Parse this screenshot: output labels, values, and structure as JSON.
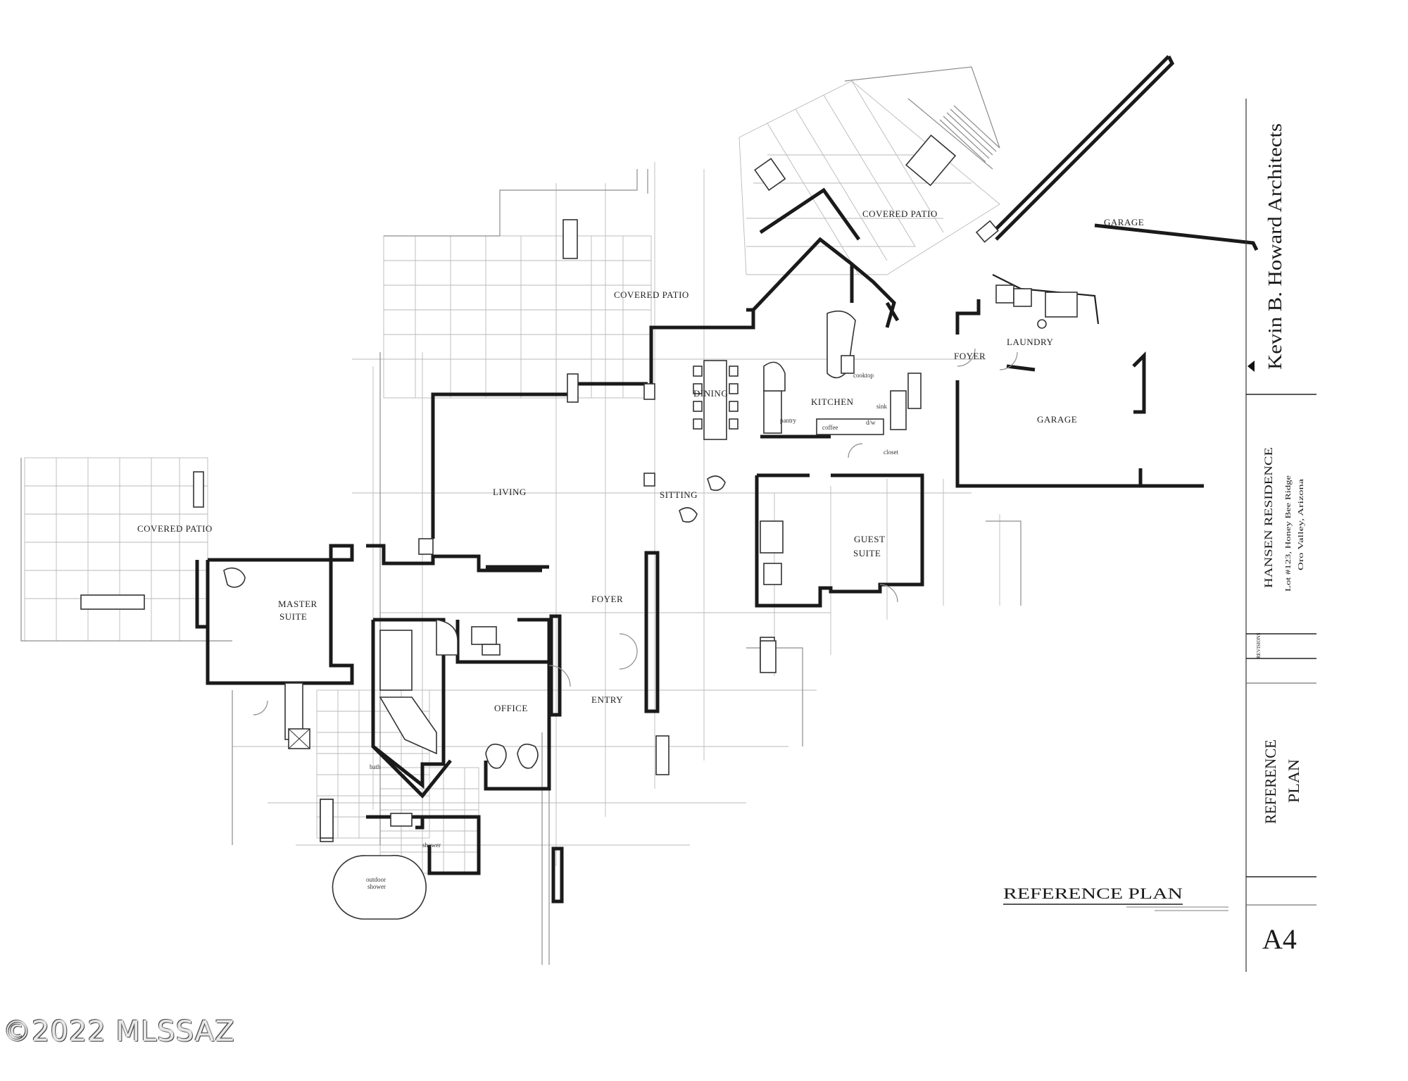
{
  "rooms": {
    "covered_patio_left": "COVERED PATIO",
    "covered_patio_center": "COVERED PATIO",
    "covered_patio_right": "COVERED PATIO",
    "living": "LIVING",
    "dining": "DINING",
    "kitchen": "KITCHEN",
    "cooktop": "cooktop",
    "pantry": "pantry",
    "sink": "sink",
    "coffee": "coffee",
    "dw": "d/w",
    "foyer_right": "FOYER",
    "laundry": "LAUNDRY",
    "garage_upper": "GARAGE",
    "garage_lower": "GARAGE",
    "sitting": "SITTING",
    "guest_suite_1": "GUEST",
    "guest_suite_2": "SUITE",
    "master_suite_1": "MASTER",
    "master_suite_2": "SUITE",
    "foyer_center": "FOYER",
    "entry": "ENTRY",
    "office": "OFFICE",
    "bath": "bath",
    "outdoor_shower_1": "outdoor",
    "outdoor_shower_2": "shower",
    "shower": "shower",
    "closet": "closet"
  },
  "title_block": {
    "architect": "Kevin B. Howard Architects",
    "project": "HANSEN RESIDENCE",
    "address_1": "Lot #123, Honey Bee Ridge",
    "address_2": "Oro Valley, Arizona",
    "revisions": "REVISIONS",
    "sheet_title_1": "REFERENCE",
    "sheet_title_2": "PLAN",
    "sheet_number": "A4"
  },
  "drawing_title": "REFERENCE PLAN",
  "watermark": "©2022 MLSSAZ"
}
